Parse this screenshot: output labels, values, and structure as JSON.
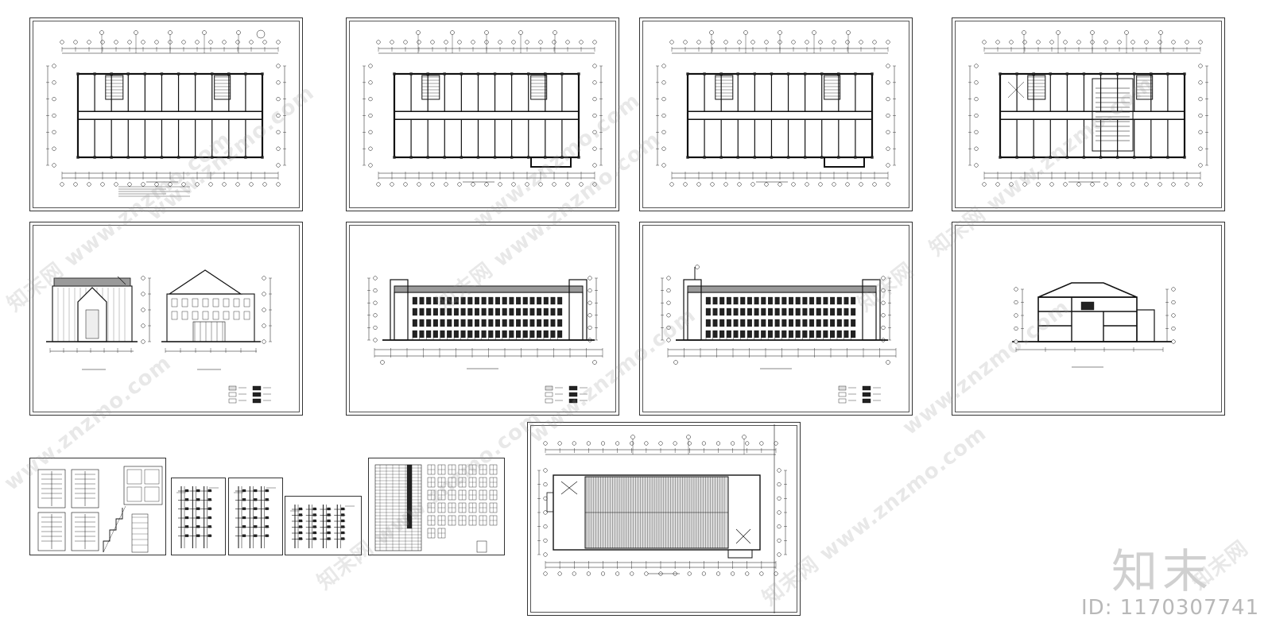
{
  "watermark": {
    "domain_text": "www.znzmo.com",
    "brand_cn": "知末网",
    "color": "#9a9a9a"
  },
  "brand": {
    "logo_text": "知末",
    "id_text": "ID: 1170307741",
    "color": "#c8c8c8"
  },
  "colors": {
    "line": "#111111",
    "frame": "#333333",
    "fill_dark": "#222222",
    "fill_grey": "#9a9a9a"
  },
  "sheets": [
    {
      "id": "plan-1",
      "kind": "plan"
    },
    {
      "id": "plan-2",
      "kind": "plan"
    },
    {
      "id": "plan-3",
      "kind": "plan"
    },
    {
      "id": "plan-4",
      "kind": "plan"
    },
    {
      "id": "elevation-side",
      "kind": "elevation-side"
    },
    {
      "id": "elevation-front",
      "kind": "elevation"
    },
    {
      "id": "elevation-rear",
      "kind": "elevation"
    },
    {
      "id": "section",
      "kind": "section"
    },
    {
      "id": "detail-stairs",
      "kind": "detail"
    },
    {
      "id": "detail-wall-1",
      "kind": "detail"
    },
    {
      "id": "detail-wall-2",
      "kind": "detail"
    },
    {
      "id": "detail-wall-3",
      "kind": "detail"
    },
    {
      "id": "door-window-schedule",
      "kind": "schedule"
    },
    {
      "id": "roof-plan",
      "kind": "roof"
    }
  ]
}
